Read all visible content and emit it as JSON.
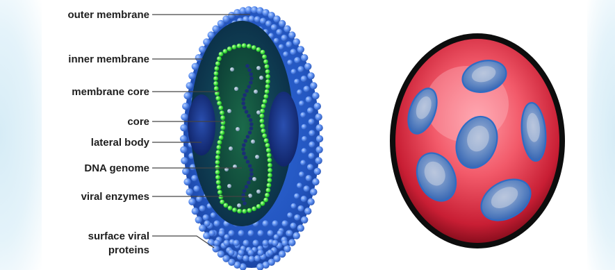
{
  "labels": [
    {
      "key": "outer_membrane",
      "text": "outer membrane"
    },
    {
      "key": "inner_membrane",
      "text": "inner membrane"
    },
    {
      "key": "membrane_core",
      "text": "membrane core"
    },
    {
      "key": "core",
      "text": "core"
    },
    {
      "key": "lateral_body",
      "text": "lateral body"
    },
    {
      "key": "dna_genome",
      "text": "DNA genome"
    },
    {
      "key": "viral_enzymes",
      "text": "viral enzymes"
    },
    {
      "key": "surface_viral_line1",
      "text": "surface viral"
    },
    {
      "key": "surface_viral_line2",
      "text": "proteins"
    }
  ],
  "colors": {
    "outer_shell": "#3f6fd6",
    "shell_bead": "#5b8ef0",
    "inner_body": "#0f3a5c",
    "core_outline": "#3ee63e",
    "lateral_body": "#18307a",
    "cell_fill": "#e0364a",
    "cell_rim": "#111111",
    "nucleus": "#4d8fd0",
    "side_band": "#d6ecf6"
  },
  "icons": [
    "virus-cross-section-illustration",
    "infected-cell-illustration"
  ]
}
